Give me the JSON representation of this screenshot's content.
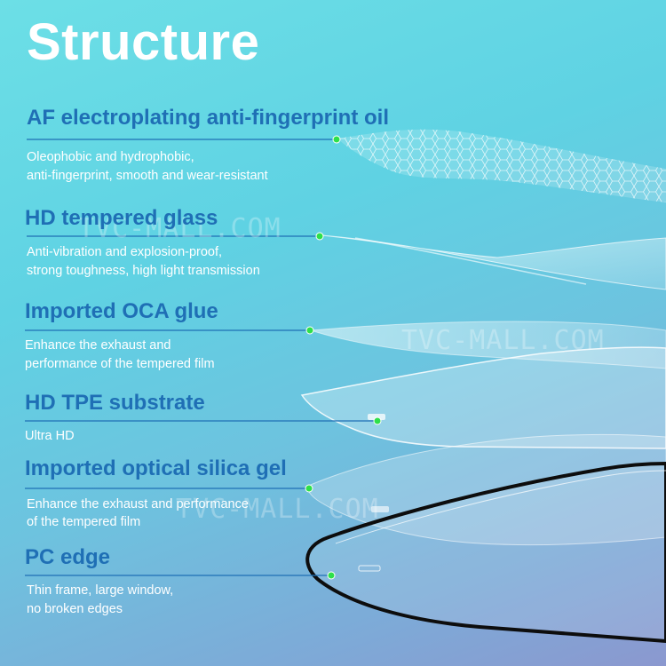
{
  "title": "Structure",
  "watermark": "TVC-MALL.COM",
  "colors": {
    "heading": "#1f6fb5",
    "leader_dot": "#2ee04a",
    "background_top": "#6cdfe6",
    "background_bottom": "#8b98cf"
  },
  "layers": [
    {
      "heading": "AF electroplating anti-fingerprint oil",
      "desc1": "Oleophobic and hydrophobic,",
      "desc2": "anti-fingerprint, smooth and wear-resistant"
    },
    {
      "heading": "HD tempered glass",
      "desc1": "Anti-vibration and explosion-proof,",
      "desc2": "strong toughness, high light transmission"
    },
    {
      "heading": "Imported OCA glue",
      "desc1": "Enhance the exhaust and",
      "desc2": "performance of the tempered film"
    },
    {
      "heading": "HD TPE substrate",
      "desc1": "Ultra HD",
      "desc2": ""
    },
    {
      "heading": "Imported optical silica gel",
      "desc1": "Enhance the exhaust and performance",
      "desc2": "of the tempered film"
    },
    {
      "heading": "PC edge",
      "desc1": "Thin frame, large window,",
      "desc2": "no broken edges"
    }
  ]
}
